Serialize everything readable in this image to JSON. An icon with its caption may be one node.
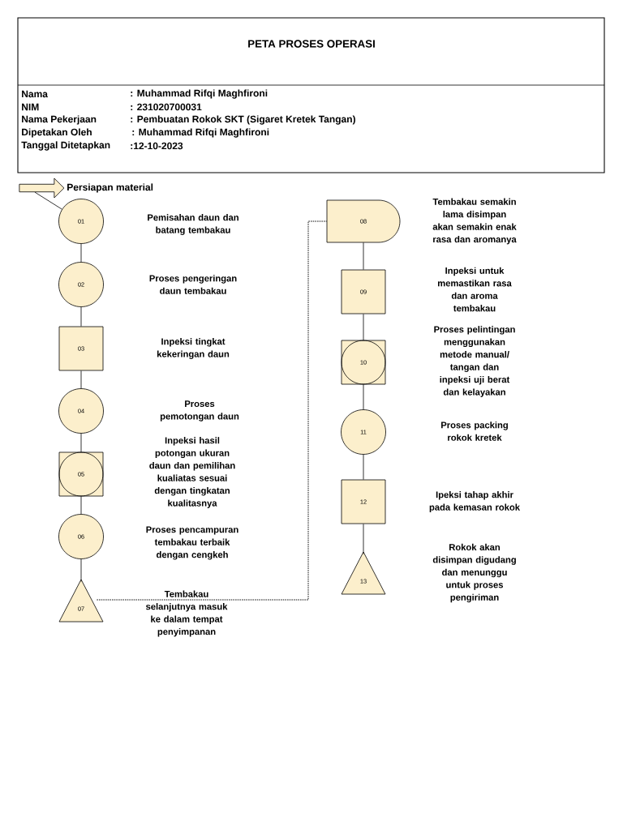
{
  "diagram": {
    "title": "PETA PROSES OPERASI",
    "nodes": [
      {
        "text": [],
        "shape": "arrow",
        "beside": [
          "Persiapan material"
        ]
      },
      {
        "text": [
          "01"
        ]
      },
      {
        "text": [
          "02"
        ]
      },
      {
        "text": [
          "03"
        ]
      },
      {
        "text": [
          "04"
        ]
      },
      {
        "text": [
          "05"
        ]
      },
      {
        "text": [
          "06"
        ]
      },
      {
        "text": [
          "07"
        ]
      },
      {
        "text": [
          "08"
        ]
      },
      {
        "text": [
          "09"
        ]
      },
      {
        "text": [
          "10"
        ]
      },
      {
        "text": [
          "11"
        ]
      },
      {
        "text": [
          "12"
        ]
      },
      {
        "text": [
          "13"
        ]
      }
    ],
    "edges": [
      {
        "from": 0,
        "to": 1,
        "arrow": "none"
      },
      {
        "from": 1,
        "to": 2,
        "arrow": "none"
      },
      {
        "from": 2,
        "to": 3,
        "arrow": "none"
      },
      {
        "from": 3,
        "to": 4,
        "arrow": "none"
      },
      {
        "from": 4,
        "to": 5,
        "arrow": "none"
      },
      {
        "from": 5,
        "to": 6,
        "arrow": "none"
      },
      {
        "from": 6,
        "to": 7,
        "arrow": "none"
      },
      {
        "from": 7,
        "to": 8,
        "arrow": "none",
        "style": "dashed"
      },
      {
        "from": 8,
        "to": 9,
        "arrow": "none"
      },
      {
        "from": 9,
        "to": 10,
        "arrow": "none"
      },
      {
        "from": 10,
        "to": 11,
        "arrow": "none"
      },
      {
        "from": 11,
        "to": 12,
        "arrow": "none"
      },
      {
        "from": 12,
        "to": 13,
        "arrow": "none"
      }
    ],
    "labels": [
      "Nama",
      ": Muhammad Rifqi Maghfironi",
      "NIM",
      ": 231020700031",
      "Nama Pekerjaan",
      ": Pembuatan Rokok SKT (Sigaret Kretek Tangan)",
      "Dipetakan Oleh",
      ": Muhammad Rifqi Maghfironi",
      "Tanggal Ditetapkan",
      ":12-10-2023",
      "Pemisahan daun dan batang tembakau",
      "Proses pengeringan daun tembakau",
      "Inpeksi tingkat kekeringan daun",
      "Proses pemotongan daun",
      "Inpeksi hasil potongan ukuran daun dan pemilihan kualiatas sesuai dengan tingkatan kualitasnya",
      "Proses pencampuran tembakau terbaik dengan cengkeh",
      "Tembakau selanjutnya masuk ke dalam tempat penyimpanan",
      "Tembakau semakin lama disimpan akan semakin enak rasa dan aromanya",
      "Inpeksi untuk memastikan rasa dan aroma tembakau",
      "Proses pelintingan menggunakan metode manual/ tangan dan inpeksi uji berat dan kelayakan",
      "Proses packing rokok kretek",
      "Ipeksi tahap akhir pada kemasan rokok",
      "Rokok akan disimpan digudang dan menunggu untuk proses pengiriman"
    ]
  }
}
